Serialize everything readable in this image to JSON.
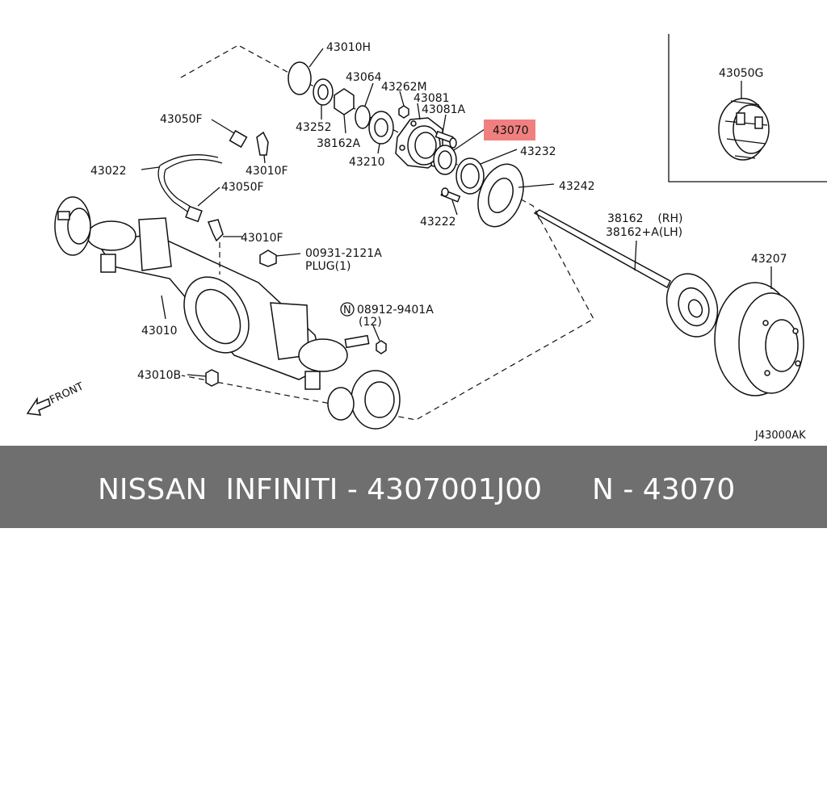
{
  "diagram": {
    "code": "J43000AK",
    "front_label": "FRONT",
    "highlight_color": "#f08080",
    "highlighted_part": "43070",
    "callouts": [
      {
        "id": "c-43010h",
        "text": "43010H"
      },
      {
        "id": "c-43064",
        "text": "43064"
      },
      {
        "id": "c-43262m",
        "text": "43262M"
      },
      {
        "id": "c-43081",
        "text": "43081"
      },
      {
        "id": "c-43081a",
        "text": "43081A"
      },
      {
        "id": "c-43070",
        "text": "43070"
      },
      {
        "id": "c-43252",
        "text": "43252"
      },
      {
        "id": "c-38162a-top",
        "text": "38162A"
      },
      {
        "id": "c-43210",
        "text": "43210"
      },
      {
        "id": "c-43232",
        "text": "43232"
      },
      {
        "id": "c-43242",
        "text": "43242"
      },
      {
        "id": "c-43222",
        "text": "43222"
      },
      {
        "id": "c-43050f-1",
        "text": "43050F"
      },
      {
        "id": "c-43010f-1",
        "text": "43010F"
      },
      {
        "id": "c-43022",
        "text": "43022"
      },
      {
        "id": "c-43050f-2",
        "text": "43050F"
      },
      {
        "id": "c-43010f-2",
        "text": "43010F"
      },
      {
        "id": "c-plug-no",
        "text": "00931-2121A"
      },
      {
        "id": "c-plug",
        "text": "PLUG(1)"
      },
      {
        "id": "c-08912",
        "text": "08912-9401A"
      },
      {
        "id": "c-12",
        "text": "(12)"
      },
      {
        "id": "c-43010",
        "text": "43010"
      },
      {
        "id": "c-43010b",
        "text": "43010B"
      },
      {
        "id": "c-38162-rh",
        "text": "38162    (RH)"
      },
      {
        "id": "c-38162a-lh",
        "text": "38162+A(LH)"
      },
      {
        "id": "c-43207",
        "text": "43207"
      },
      {
        "id": "c-43050g",
        "text": "43050G"
      }
    ]
  },
  "footer": {
    "brand": "NISSAN  INFINITI - 4307001J00",
    "ref": "N - 43070",
    "background": "#6f6f6f"
  }
}
